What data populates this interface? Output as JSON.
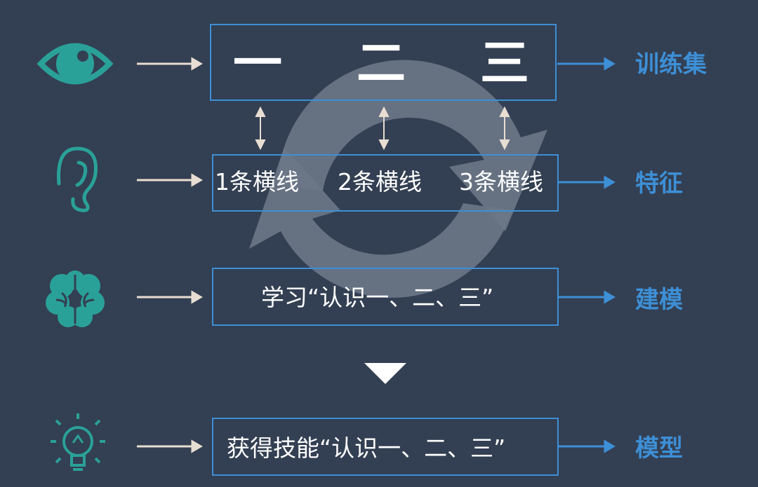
{
  "rows": [
    {
      "icon": "eye-icon",
      "box_items": [
        "一",
        "二",
        "三"
      ],
      "right_label": "训练集"
    },
    {
      "icon": "ear-icon",
      "box_items": [
        "1条横线",
        "2条横线",
        "3条横线"
      ],
      "right_label": "特征"
    },
    {
      "icon": "brain-icon",
      "box_text": "学习“认识一、二、三”",
      "right_label": "建模"
    },
    {
      "icon": "lightbulb-icon",
      "box_text": "获得技能“认识一、二、三”",
      "right_label": "模型"
    }
  ],
  "colors": {
    "background": "#333f52",
    "accent_blue": "#3d8fd6",
    "icon_teal": "#2aa198",
    "arrow_beige": "#e8ddd2",
    "cycle_arrow": "#6b7787"
  }
}
